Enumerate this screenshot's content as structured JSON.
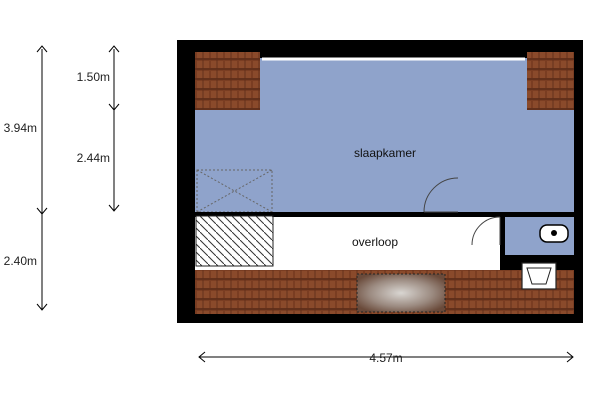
{
  "rooms": {
    "bedroom": "slaapkamer",
    "landing": "overloop"
  },
  "dimensions": {
    "total_height": "3.94m",
    "top_height": "1.50m",
    "middle_height": "2.44m",
    "bottom_height": "2.40m",
    "width": "4.57m"
  },
  "colors": {
    "bedroom_fill": "#8fa3cb",
    "roof_tile": "#7a3d22",
    "wall": "#000000",
    "floor_white": "#ffffff"
  }
}
